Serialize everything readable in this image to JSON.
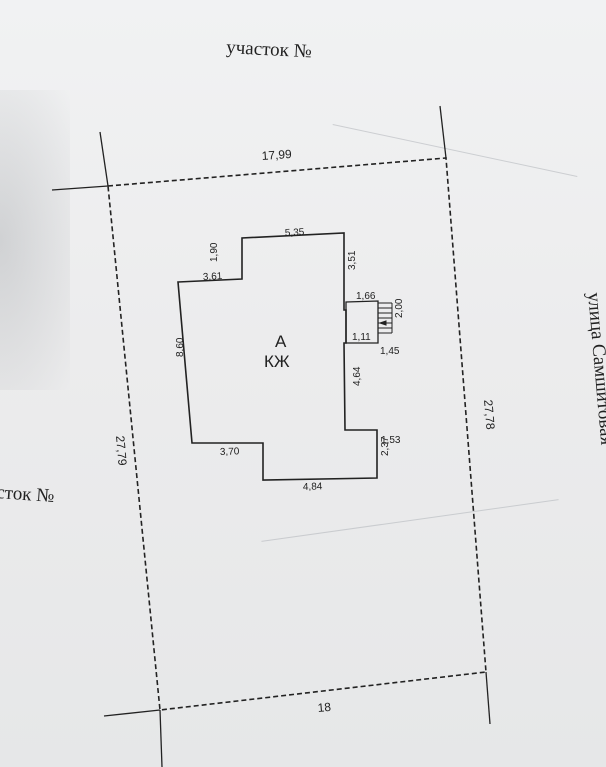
{
  "labels": {
    "top": "участок №",
    "left": "сток №",
    "street": "улица Самшитовая"
  },
  "plot": {
    "top": "17,99",
    "bottom": "18",
    "left": "27,79",
    "right": "27,78"
  },
  "building": {
    "letter": "А",
    "material": "КЖ"
  },
  "dims": {
    "top": "5,35",
    "top_left_vert": "1,90",
    "top_left_horiz": "3,61",
    "left": "8,60",
    "bottom_left": "3,70",
    "bottom": "4,84",
    "bottom_right_vert": "2,37",
    "bottom_right_horiz": "1,53",
    "right_lower": "4,64",
    "right_upper": "3,51",
    "porch_width": "1,66",
    "porch_depth": "2,00",
    "porch_inner": "1,11",
    "porch_side": "1,45"
  }
}
